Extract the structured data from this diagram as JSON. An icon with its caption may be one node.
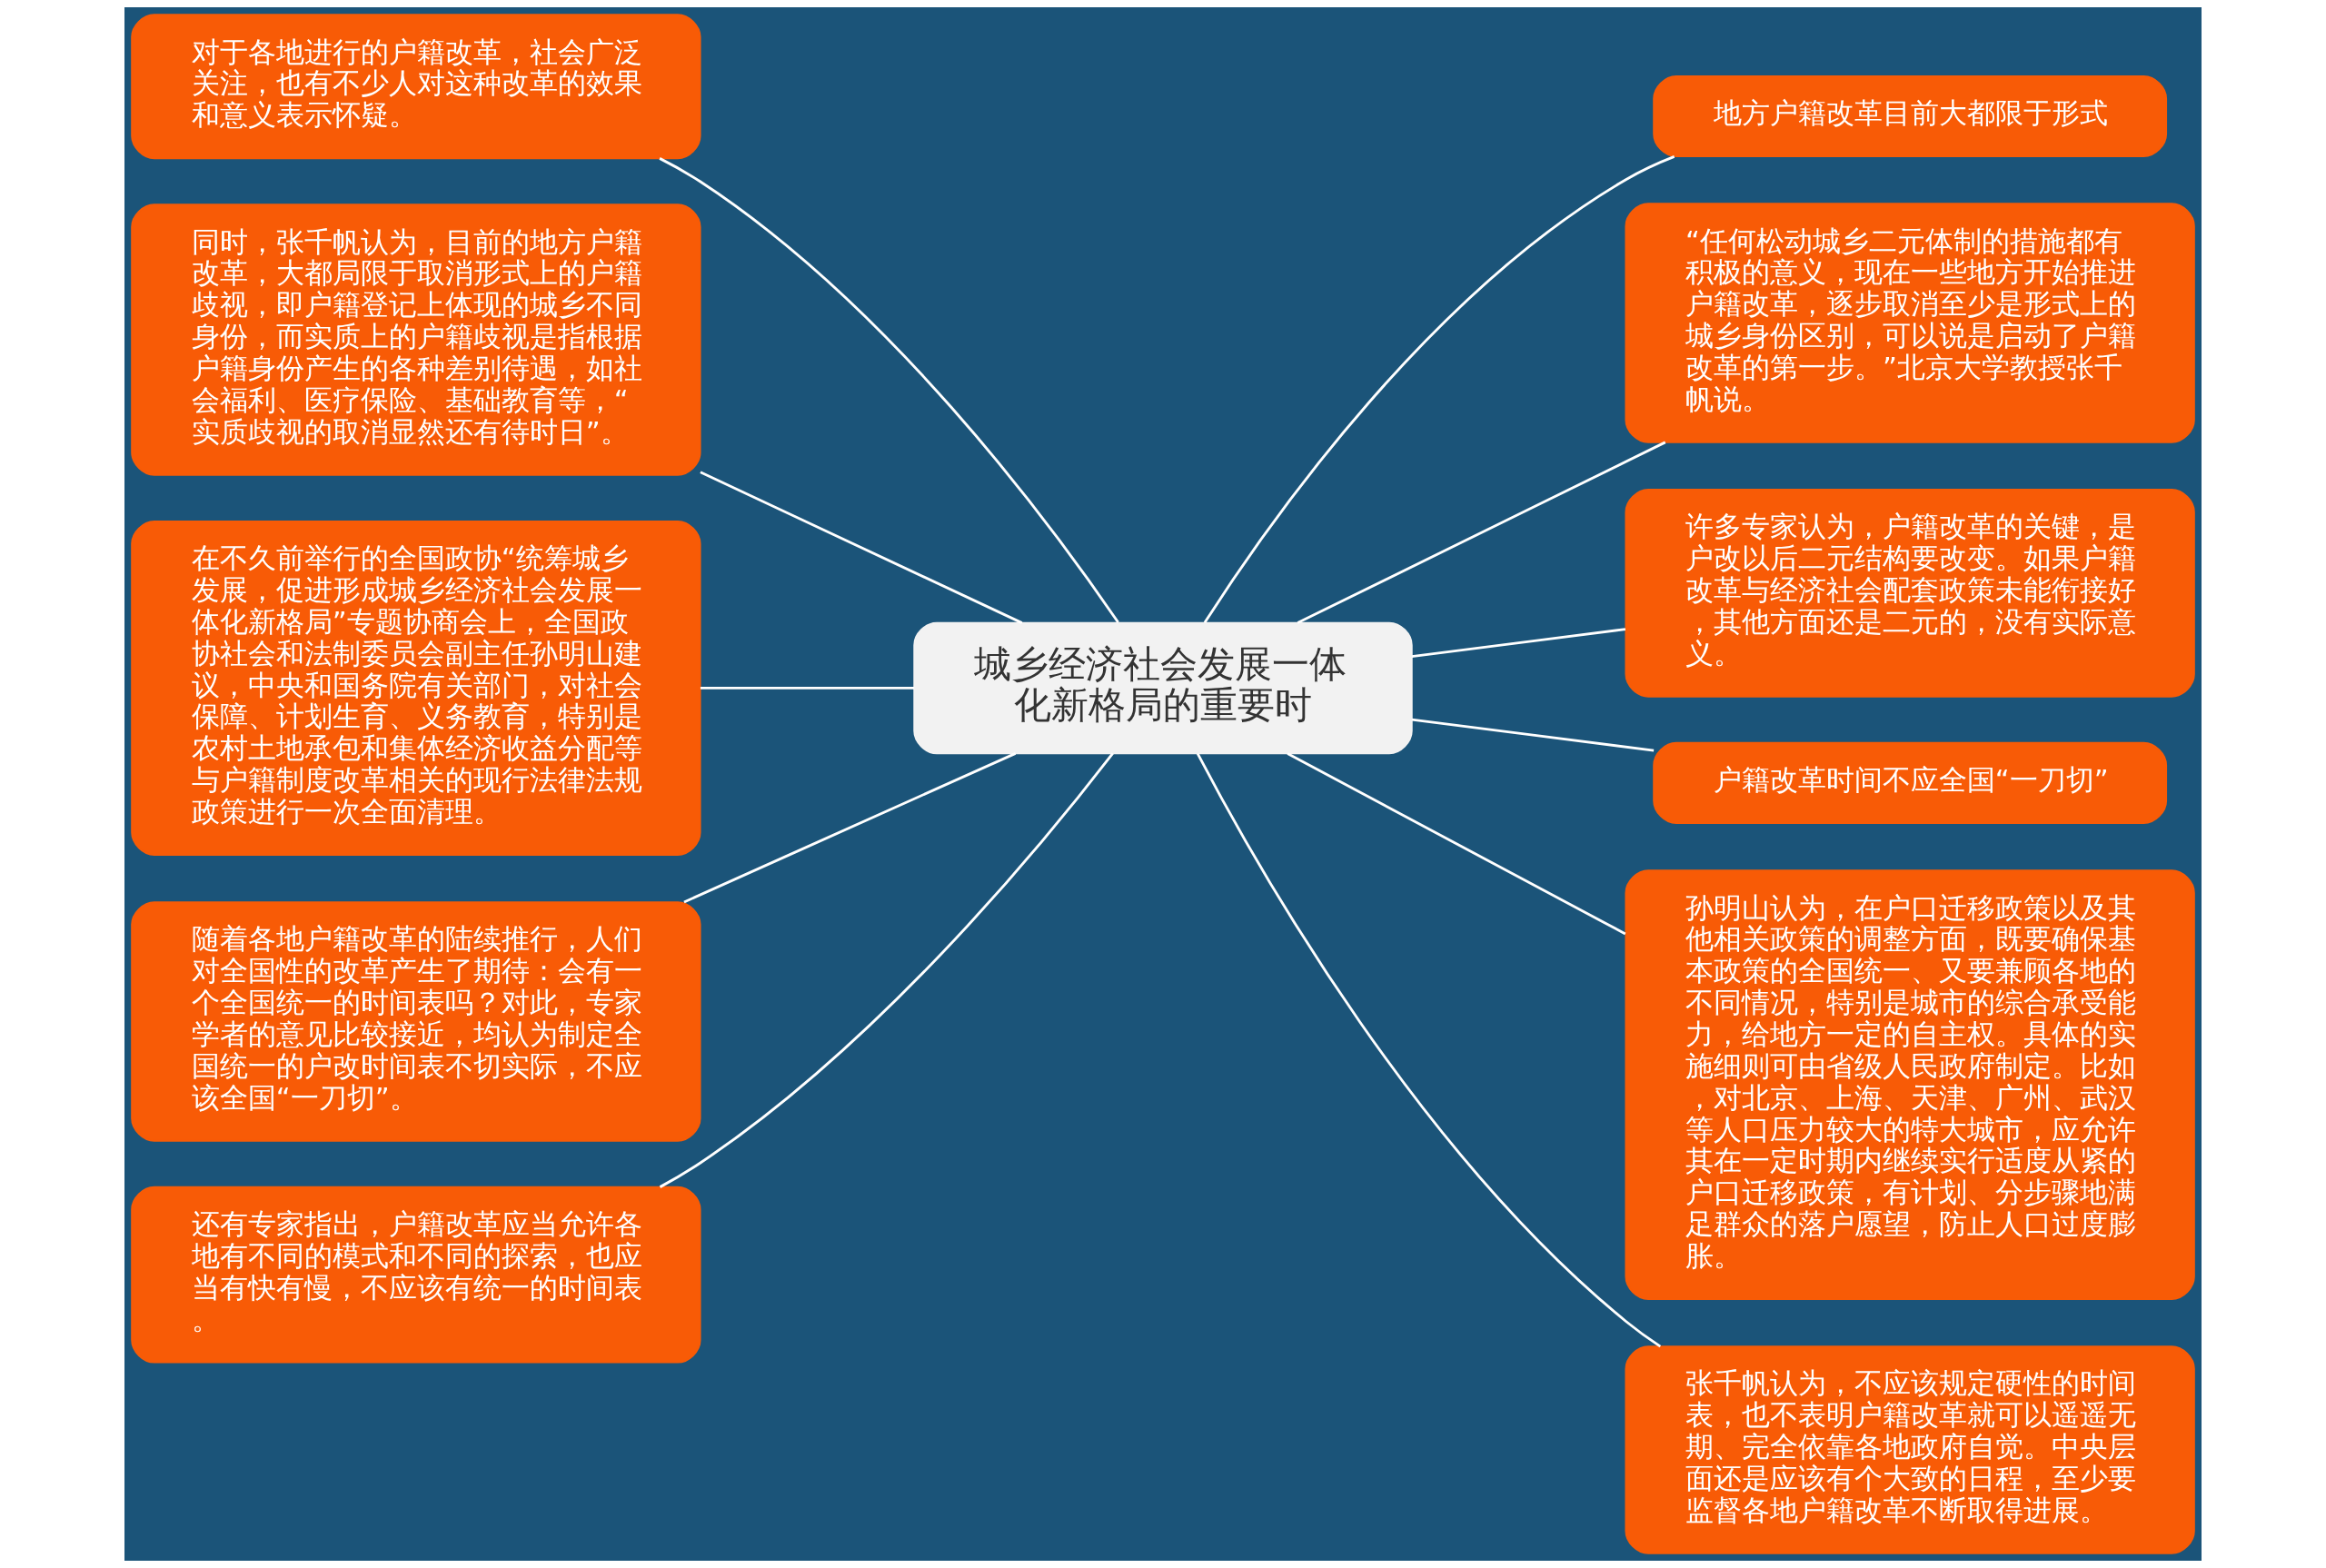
{
  "diagram": {
    "nodes": [
      {
        "text": [
          "城乡经济社会发展一体化新格局的重要时"
        ]
      },
      {
        "text": [
          "对于各地进行的户籍改革，社会广泛关注，也有不少人对这种改革的效果和意义表示怀疑。"
        ]
      },
      {
        "text": [
          "同时，张千帆认为，目前的地方户籍改革，大都局限于取消形式上的户籍歧视，即户籍登记上体现的城乡不同身份，而实质上的户籍歧视是指根据户籍身份产生的各种差别待遇，如社会福利、医疗保险、基础教育等，“实质歧视的取消显然还有待时日”。"
        ]
      },
      {
        "text": [
          "在不久前举行的全国政协“统筹城乡发展，促进形成城乡经济社会发展一体化新格局”专题协商会上，全国政协社会和法制委员会副主任孙明山建议，中央和国务院有关部门，对社会保障、计划生育、义务教育，特别是农村土地承包和集体经济收益分配等与户籍制度改革相关的现行法律法规政策进行一次全面清理。"
        ]
      },
      {
        "text": [
          "随着各地户籍改革的陆续推行，人们对全国性的改革产生了期待：会有一个全国统一的时间表吗？对此，专家学者的意见比较接近，均认为制定全国统一的户改时间表不切实际，不应该全国“一刀切”。"
        ]
      },
      {
        "text": [
          "还有专家指出，户籍改革应当允许各地有不同的模式和不同的探索，也应当有快有慢，不应该有统一的时间表。"
        ]
      },
      {
        "text": [
          "地方户籍改革目前大都限于形式"
        ]
      },
      {
        "text": [
          "“任何松动城乡二元体制的措施都有积极的意义，现在一些地方开始推进户籍改革，逐步取消至少是形式上的城乡身份区别，可以说是启动了户籍改革的第一步。”北京大学教授张千帆说。"
        ]
      },
      {
        "text": [
          "许多专家认为，户籍改革的关键，是户改以后二元结构要改变。如果户籍改革与经济社会配套政策未能衔接好，其他方面还是二元的，没有实际意义。"
        ]
      },
      {
        "text": [
          "户籍改革时间不应全国“一刀切”"
        ]
      },
      {
        "text": [
          "孙明山认为，在户口迁移政策以及其他相关政策的调整方面，既要确保基本政策的全国统一、又要兼顾各地的不同情况，特别是城市的综合承受能力，给地方一定的自主权。具体的实施细则可由省级人民政府制定。比如，对北京、上海、天津、广州、武汉等人口压力较大的特大城市，应允许其在一定时期内继续实行适度从紧的户口迁移政策，有计划、分步骤地满足群众的落户愿望，防止人口过度膨胀。"
        ]
      },
      {
        "text": [
          "张千帆认为，不应该规定硬性的时间表，也不表明户籍改革就可以遥遥无期、完全依靠各地政府自觉。中央层面还是应该有个大致的日程，至少要监督各地户籍改革不断取得进展。"
        ]
      }
    ],
    "edges": [
      {
        "from": 0,
        "to": 1,
        "arrow": "none"
      },
      {
        "from": 0,
        "to": 2,
        "arrow": "none"
      },
      {
        "from": 0,
        "to": 3,
        "arrow": "none"
      },
      {
        "from": 0,
        "to": 4,
        "arrow": "none"
      },
      {
        "from": 0,
        "to": 5,
        "arrow": "none"
      },
      {
        "from": 0,
        "to": 6,
        "arrow": "none"
      },
      {
        "from": 0,
        "to": 7,
        "arrow": "none"
      },
      {
        "from": 0,
        "to": 8,
        "arrow": "none"
      },
      {
        "from": 0,
        "to": 9,
        "arrow": "none"
      },
      {
        "from": 0,
        "to": 10,
        "arrow": "none"
      },
      {
        "from": 0,
        "to": 11,
        "arrow": "none"
      }
    ]
  }
}
